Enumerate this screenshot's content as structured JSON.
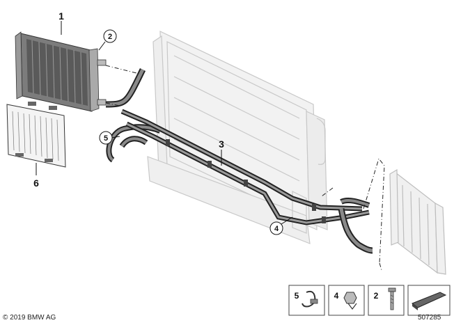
{
  "callouts": [
    {
      "num": "1"
    },
    {
      "num": "2"
    },
    {
      "num": "3"
    },
    {
      "num": "4"
    },
    {
      "num": "5"
    },
    {
      "num": "6"
    }
  ],
  "legend": [
    {
      "num": "5",
      "icon": "hose-clamp-icon"
    },
    {
      "num": "4",
      "icon": "spring-clip-icon"
    },
    {
      "num": "2",
      "icon": "bolt-icon"
    },
    {
      "num": "",
      "icon": "seal-gasket-icon"
    }
  ],
  "copyright": "© 2019 BMW AG",
  "diagram_number": "507285"
}
